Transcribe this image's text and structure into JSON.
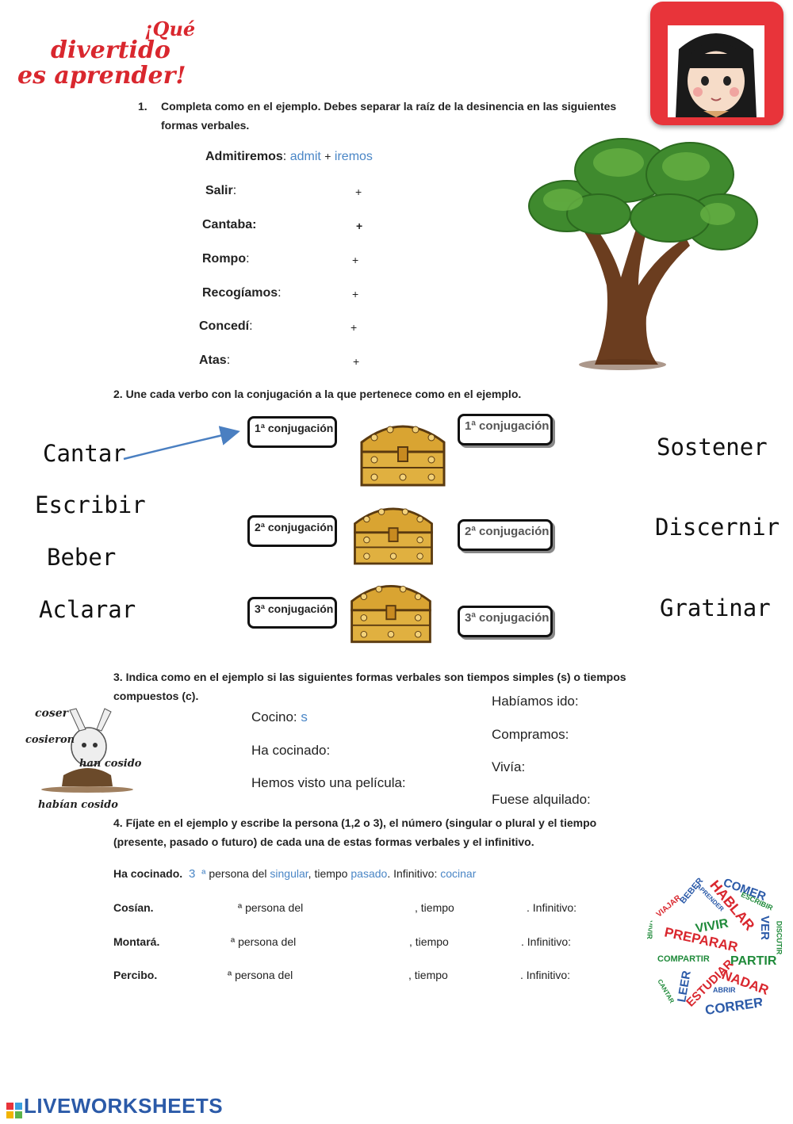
{
  "logo": {
    "line1": "¡Qué",
    "line2": "divertido",
    "line3": "es aprender!"
  },
  "q1": {
    "number": "1.",
    "instruction_l1": "Completa como en el ejemplo. Debes separar la raíz de la desinencia en las siguientes",
    "instruction_l2": "formas verbales.",
    "example": {
      "word": "Admitiremos",
      "colon": ":",
      "root": "admit",
      "plus": "+",
      "ending": "iremos"
    },
    "items": [
      {
        "word": "Salir",
        "suffix": ":",
        "plus": "+"
      },
      {
        "word": "Cantaba:",
        "suffix": "",
        "plus": "+"
      },
      {
        "word": "Rompo",
        "suffix": ":",
        "plus": "+"
      },
      {
        "word": "Recogíamos",
        "suffix": ":",
        "plus": "+"
      },
      {
        "word": "Concedí",
        "suffix": ":",
        "plus": "+"
      },
      {
        "word": "Atas",
        "suffix": ":",
        "plus": "+"
      }
    ]
  },
  "q2": {
    "instruction": "2. Une cada verbo con la conjugación a la que pertenece como en el ejemplo.",
    "left_verbs": [
      "Cantar",
      "Escribir",
      "Beber",
      "Aclarar"
    ],
    "right_verbs": [
      "Sostener",
      "Discernir",
      "Gratinar"
    ],
    "left_boxes": [
      "1ª conjugación",
      "2ª conjugación",
      "3ª conjugación"
    ],
    "right_boxes": [
      "1ª conjugación",
      "2ª conjugación",
      "3ª conjugación"
    ]
  },
  "q3": {
    "instruction_l1": "3. Indica como en el ejemplo si las siguientes formas verbales son tiempos simples (s) o tiempos",
    "instruction_l2": "compuestos (c).",
    "example": {
      "label": "Cocino:",
      "answer": "s"
    },
    "left_items": [
      "Ha cocinado:",
      "Hemos visto una película:"
    ],
    "right_items": [
      "Habíamos ido:",
      "Compramos:",
      "Vivía:",
      "Fuese alquilado:"
    ],
    "bunny_words": [
      "coser",
      "cosieron",
      "han cosido",
      "habían cosido"
    ]
  },
  "q4": {
    "instruction_l1": "4. Fíjate en el ejemplo y escribe la persona (1,2 o 3), el número (singular o plural y el tiempo",
    "instruction_l2": "(presente, pasado o futuro) de cada una de estas formas verbales y el infinitivo.",
    "example": {
      "word": "Ha cocinado.",
      "num": "3",
      "ord": "ª",
      "persona": "persona del",
      "numero": "singular",
      "tiempo_label": ", tiempo",
      "tiempo": "pasado",
      "inf_label": ". Infinitivo:",
      "inf": "cocinar"
    },
    "items": [
      {
        "word": "Cosían.",
        "ord": "ª persona del",
        "tiempo": ", tiempo",
        "inf": ". Infinitivo:"
      },
      {
        "word": "Montará.",
        "ord": "ª persona del",
        "tiempo": ", tiempo",
        "inf": ". Infinitivo:"
      },
      {
        "word": "Percibo.",
        "ord": "ª persona del",
        "tiempo": ", tiempo",
        "inf": ". Infinitivo:"
      }
    ],
    "word_cloud": [
      "VIAJAR",
      "BEBER",
      "APRENDER",
      "HABLAR",
      "COMER",
      "ESCRIBIR",
      "VER",
      "VIVIR",
      "DISCUTIR",
      "PREPARAR",
      "VIVIR",
      "COMPARTIR",
      "PARTIR",
      "ESTUDIAR",
      "NADAR",
      "ABRIR",
      "LEER",
      "CANTAR",
      "CORRER"
    ]
  },
  "footer": {
    "brand": "LIVEWORKSHEETS"
  },
  "colors": {
    "accent_red": "#d9272e",
    "answer_blue": "#4a86c6",
    "brand_blue": "#2b5aa8"
  }
}
